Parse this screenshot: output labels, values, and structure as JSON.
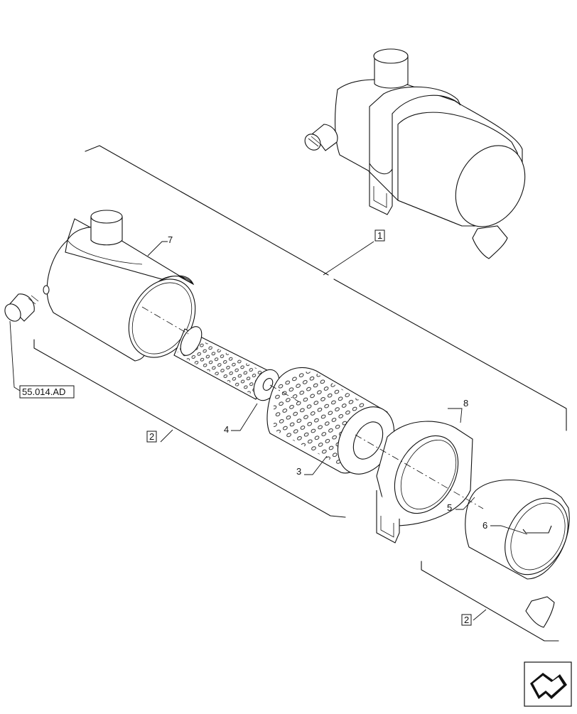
{
  "callouts": {
    "assembly": "1",
    "subassembly_left": "2",
    "subassembly_right": "2",
    "cartridge_outer": "3",
    "cartridge_inner": "4",
    "cover": "5",
    "valve": "6",
    "housing": "7",
    "bracket": "8",
    "reference": "55.014.AD"
  },
  "icons": {
    "nav": "next-page-arrow-icon"
  }
}
